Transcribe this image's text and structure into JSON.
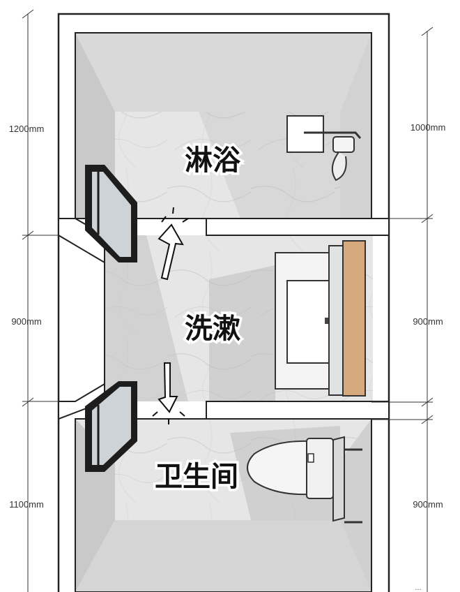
{
  "zones": [
    {
      "label": "淋浴"
    },
    {
      "label": "洗漱"
    },
    {
      "label": "卫生间"
    }
  ],
  "dimensions": {
    "left": [
      "1200mm",
      "900mm",
      "1100mm"
    ],
    "right": [
      "1000mm",
      "900mm",
      "900mm"
    ]
  },
  "corner_mark": "…",
  "colors": {
    "wall": "#ffffff",
    "outline": "#222222",
    "floor": "#e4e4e4",
    "wall_face": "#cfcfcf",
    "shadow": "#a9a9a9",
    "window_frame": "#1d1d1d",
    "glass": "#cdd3d6",
    "wood": "#d7aa7e"
  }
}
